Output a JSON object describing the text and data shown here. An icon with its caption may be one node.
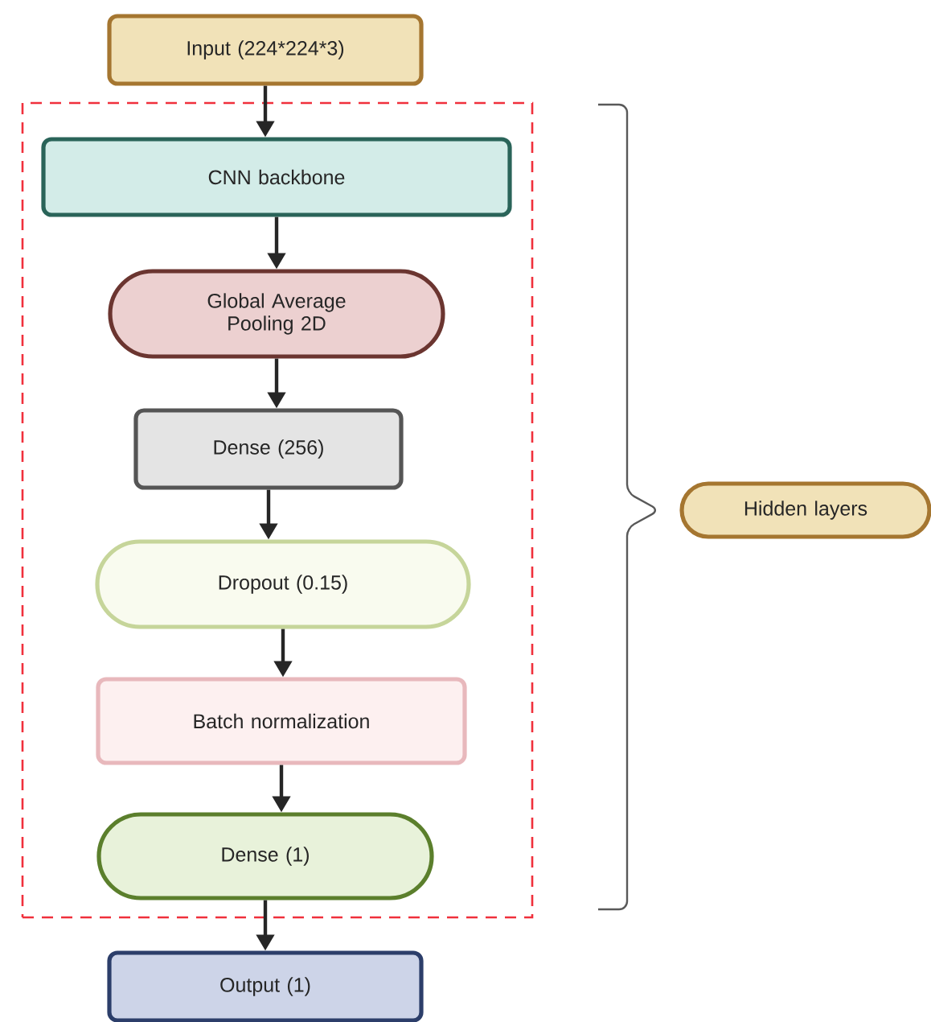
{
  "diagram": {
    "nodes": [
      {
        "text": [
          "Input (224*224*3)"
        ]
      },
      {
        "text": [],
        "shape": "box"
      },
      {
        "text": [
          "CNN backbone"
        ],
        "in": 1
      },
      {
        "text": [
          "Global Average Pooling 2D"
        ],
        "in": 1
      },
      {
        "text": [
          "Dense (256)"
        ],
        "in": 1
      },
      {
        "text": [
          "Dropout (0.15)"
        ],
        "in": 1
      },
      {
        "text": [
          "Batch normalization"
        ],
        "in": 1
      },
      {
        "text": [
          "Dense (1)"
        ],
        "in": 1
      },
      {
        "text": [
          "Output (1)"
        ]
      },
      {
        "text": [
          "Hidden layers"
        ]
      }
    ],
    "edges": [
      {
        "from": 0,
        "to": 2,
        "arrow": "to"
      },
      {
        "from": 2,
        "to": 3,
        "arrow": "to"
      },
      {
        "from": 3,
        "to": 4,
        "arrow": "to"
      },
      {
        "from": 4,
        "to": 5,
        "arrow": "to"
      },
      {
        "from": 5,
        "to": 6,
        "arrow": "to"
      },
      {
        "from": 6,
        "to": 7,
        "arrow": "to"
      },
      {
        "from": 7,
        "to": 8,
        "arrow": "to"
      }
    ]
  }
}
